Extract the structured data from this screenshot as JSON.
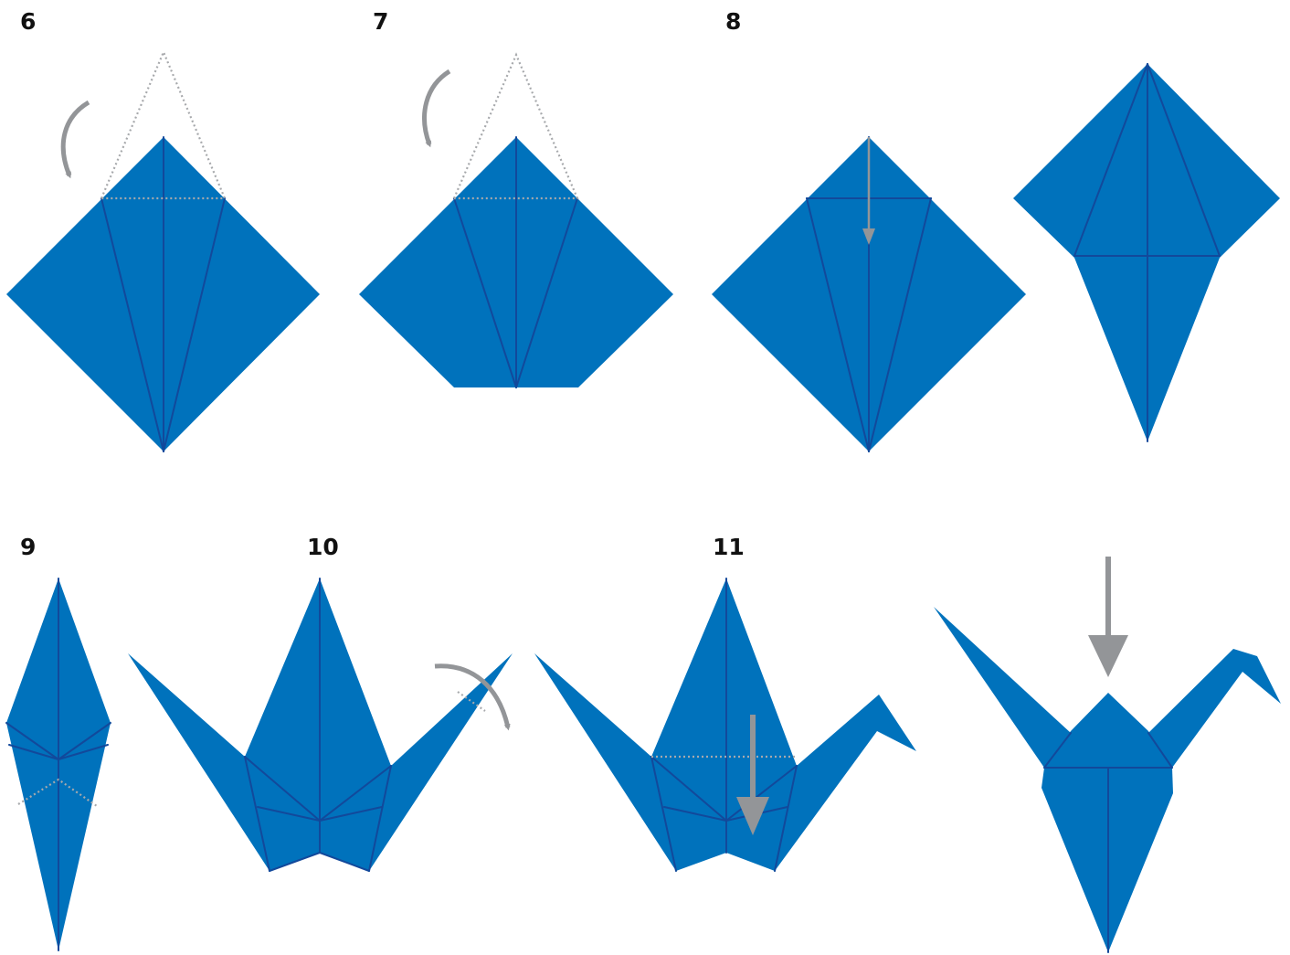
{
  "steps": [
    {
      "number": "6"
    },
    {
      "number": "7"
    },
    {
      "number": "8"
    },
    {
      "number": "9"
    },
    {
      "number": "10"
    },
    {
      "number": "11"
    }
  ],
  "colors": {
    "paper": "#0072bc",
    "crease": "#12499b",
    "arrow": "#939598",
    "fold_guide": "#a7a9ac",
    "text": "#111111"
  }
}
